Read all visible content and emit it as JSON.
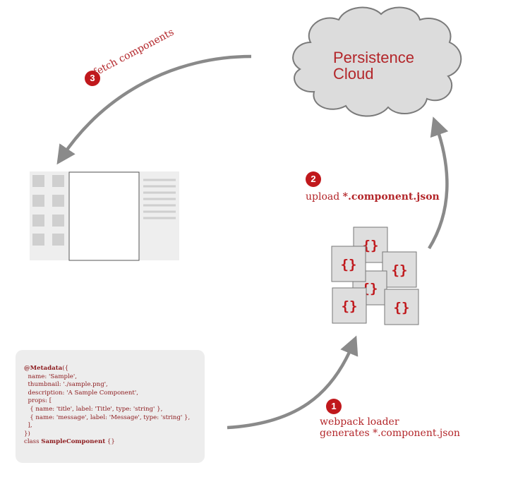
{
  "cloud": {
    "title_line1": "Persistence",
    "title_line2": "Cloud"
  },
  "steps": [
    {
      "number": "1",
      "line1": "webpack loader",
      "line2": "generates *.component.json"
    },
    {
      "number": "2",
      "prefix": "upload ",
      "bold": "*.component.json"
    },
    {
      "number": "3",
      "label": "fetch components"
    }
  ],
  "component_card": {
    "glyph": "{}"
  },
  "code": {
    "decorator": "@Metadata",
    "l1_tail": "({",
    "l2": "  name: 'Sample',",
    "l3": "  thumbnail: './sample.png',",
    "l4": "  description: 'A Sample Component',",
    "l5": "  props: [",
    "l6": "   { name: 'title', label: 'Title', type: 'string' },",
    "l7": "   { name: 'message', label: 'Message', type: 'string' },",
    "l8": "  ],",
    "l9": "})",
    "l10_prefix": "class ",
    "l10_bold": "SampleComponent",
    "l10_tail": " {}"
  },
  "colors": {
    "accent": "#c0181c",
    "text_red": "#b3262a",
    "arrow": "#8a8a8a",
    "cloud_fill": "#dcdcdc"
  }
}
